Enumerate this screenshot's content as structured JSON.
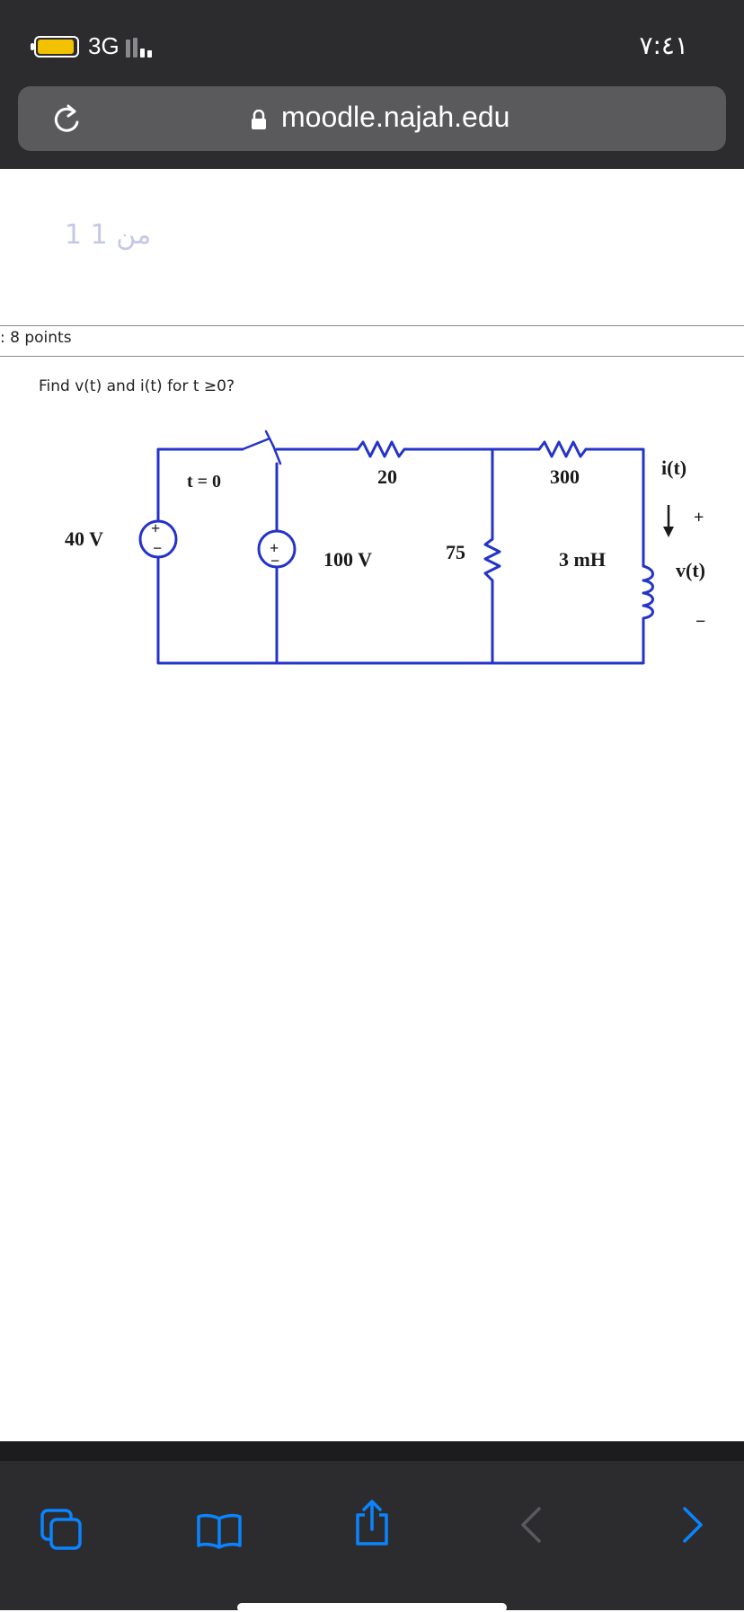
{
  "status_bar": {
    "network": "3G",
    "time": "٧:٤١"
  },
  "browser": {
    "url": "moodle.najah.edu"
  },
  "page": {
    "page_count": "1 من 1",
    "points": ": 8 points",
    "question": "Find v(t) and i(t) for t ≥0?"
  },
  "circuit": {
    "source_left": "40 V",
    "switch_label": "t = 0",
    "source_mid": "100 V",
    "resistor_top_1": "20",
    "resistor_top_2": "300",
    "resistor_mid": "75",
    "inductor": "3 mH",
    "current_label": "i(t)",
    "voltage_label": "v(t)",
    "plus": "+",
    "minus": "−"
  },
  "toolbar": {
    "tabs_icon": "tabs-icon",
    "bookmarks_icon": "book-icon",
    "share_icon": "share-icon",
    "back_icon": "chevron-left-icon",
    "forward_icon": "chevron-right-icon"
  },
  "colors": {
    "wire": "#2433c9",
    "chrome": "#2c2c2e",
    "accent": "#0a84ff",
    "battery": "#f2c200"
  }
}
